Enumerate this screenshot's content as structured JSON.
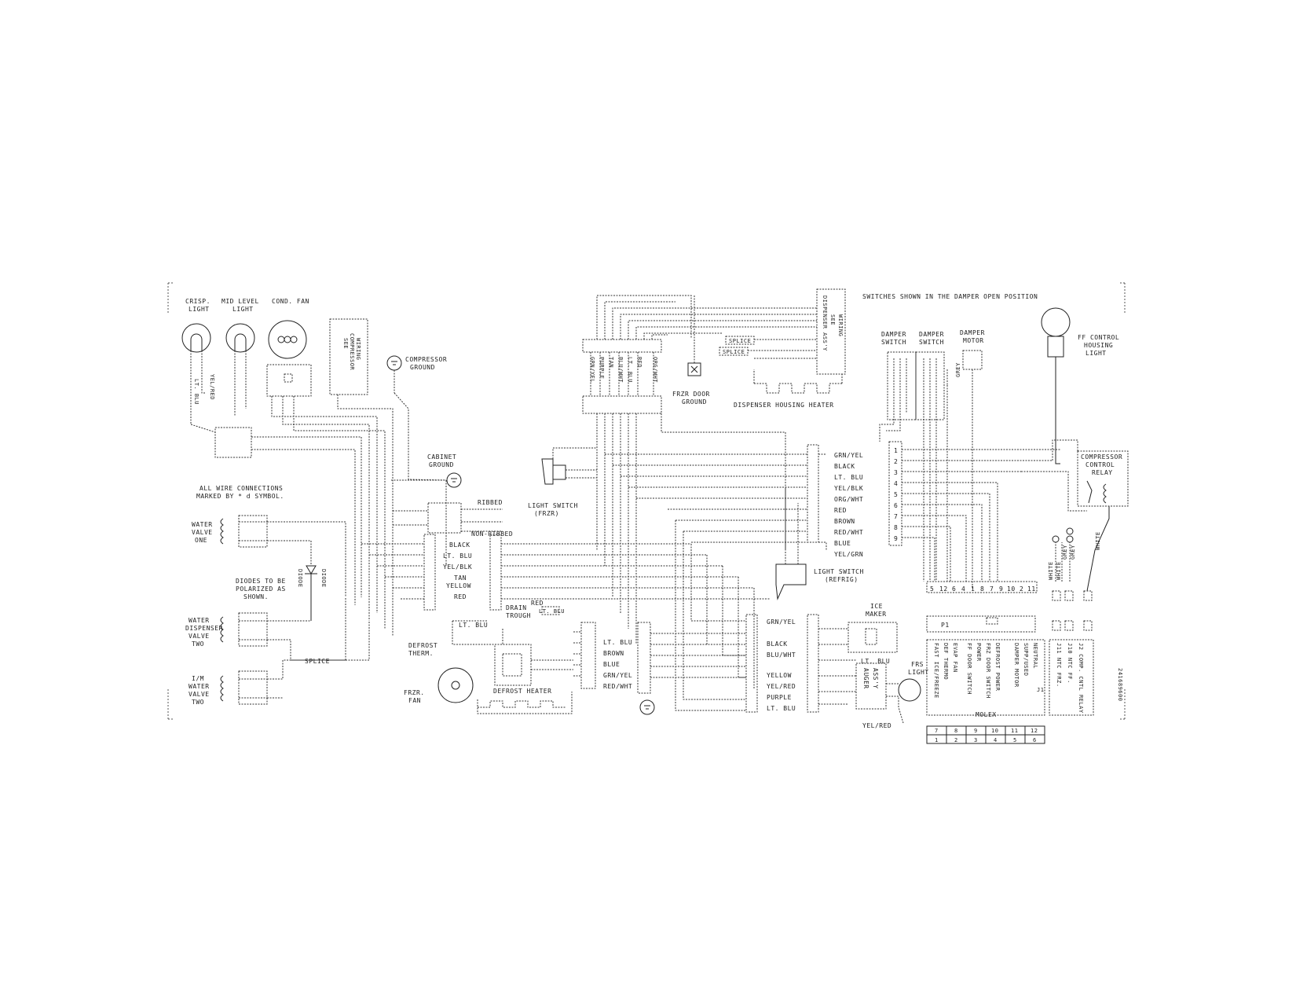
{
  "header_note": "SWITCHES SHOWN IN THE DAMPER OPEN POSITION",
  "labels": {
    "crisp_light": [
      "CRISP.",
      "LIGHT"
    ],
    "mid_level_light": [
      "MID LEVEL",
      "LIGHT"
    ],
    "cond_fan": "COND. FAN",
    "see_compressor_wiring": [
      "SEE",
      "COMPRESSOR",
      "WIRING"
    ],
    "compressor_ground": [
      "COMPRESSOR",
      "GROUND"
    ],
    "cabinet_ground": [
      "CABINET",
      "GROUND"
    ],
    "ribbed": "RIBBED",
    "non_ribbed": "NON-RIBBED",
    "all_wire_connections": [
      "ALL WIRE CONNECTIONS",
      "MARKED BY * d SYMBOL."
    ],
    "water_valve_one": [
      "WATER",
      "VALVE",
      "ONE"
    ],
    "diodes_note": [
      "DIODES TO BE",
      "POLARIZED AS",
      "SHOWN."
    ],
    "diode": "DIODE",
    "water_dispenser_valve_two": [
      "WATER",
      "DISPENSER",
      "VALVE",
      "TWO"
    ],
    "im_water_valve_two": [
      "I/M",
      "WATER",
      "VALVE",
      "TWO"
    ],
    "splice": "SPLICE",
    "lt_blu_left": "LT. BLU",
    "yel_red_left": "YEL/RED",
    "defrost_therm": [
      "DEFROST",
      "THERM."
    ],
    "frzr_fan": [
      "FRZR.",
      "FAN"
    ],
    "defrost_heater": "DEFROST HEATER",
    "drain_trough": [
      "DRAIN",
      "TROUGH"
    ],
    "red_label": "RED",
    "lt_blu_small": "LT. BLU",
    "light_switch_frzr": [
      "LIGHT SWITCH",
      "(FRZR)"
    ],
    "frzr_door_ground": [
      "FRZR DOOR",
      "GROUND"
    ],
    "dispenser_housing_heater": "DISPENSER HOUSING HEATER",
    "dispenser_assy": [
      "DISPENSER ASS'Y",
      "SEE",
      "WIRING"
    ],
    "splice_small": "SPLICE",
    "damper_switch_1": [
      "DAMPER",
      "SWITCH"
    ],
    "damper_switch_2": [
      "DAMPER",
      "SWITCH"
    ],
    "damper_motor": [
      "DAMPER",
      "MOTOR"
    ],
    "grey": "GREY",
    "ff_control_housing_light": [
      "FF CONTROL",
      "HOUSING",
      "LIGHT"
    ],
    "compressor_control_relay": [
      "COMPRESSOR",
      "CONTROL",
      "RELAY"
    ],
    "light_switch_refrig": [
      "LIGHT SWITCH",
      "(REFRIG)"
    ],
    "ice_maker": [
      "ICE",
      "MAKER"
    ],
    "lt_blu_ice": "LT. BLU",
    "auger_assy": [
      "AUGER",
      "ASS'Y"
    ],
    "frs_light": [
      "FRS",
      "LIGHT"
    ],
    "yel_red_bottom": "YEL/RED",
    "white_1": "WHITE",
    "white_2": "WHITE",
    "grey_1": "GREY",
    "grey_2": "GREY",
    "white_3": "WHITE",
    "p1": "P1",
    "molex": "MOLEX",
    "part_number": "241689600"
  },
  "vertical_wire_labels_top": [
    "GRN/YEL",
    "PURPLE",
    "TAN",
    "BLU/WHT",
    "LT. BLU",
    "RED",
    "ORG/WHT"
  ],
  "middle_colors_1": [
    "GRN/YEL",
    "BLACK",
    "LT. BLU",
    "YEL/BLK",
    "ORG/WHT",
    "RED",
    "BROWN",
    "RED/WHT",
    "BLUE",
    "YEL/GRN"
  ],
  "middle_colors_2": [
    "BLACK",
    "LT. BLU",
    "YEL/BLK",
    "TAN",
    "YELLOW",
    "RED"
  ],
  "middle_colors_3": [
    "LT. BLU",
    "BROWN",
    "BLUE",
    "GRN/YEL",
    "RED/WHT"
  ],
  "middle_colors_4": [
    "GRN/YEL",
    "BLACK",
    "BLU/WHT",
    "YELLOW",
    "YEL/RED",
    "PURPLE",
    "LT. BLU"
  ],
  "connector_pins_right": [
    "1",
    "2",
    "3",
    "4",
    "5",
    "6",
    "7",
    "8",
    "9"
  ],
  "board_pins": [
    "5",
    "12",
    "6",
    "4",
    "1",
    "8",
    "7",
    "9",
    "10",
    "2",
    "11"
  ],
  "board_functions_1": [
    "FAST ICE/FREEZE",
    "DEF THERMO",
    "EVAP FAN",
    "FF DOOR SWITCH",
    "POWER",
    "FRZ DOOR SWITCH",
    "DEFROST POWER",
    "DAMPER MOTOR",
    "SUPP/USED",
    "NEUTRAL",
    "J1"
  ],
  "board_functions_2": [
    "J11 NTC FRZ.",
    "J10 NTC FF.",
    "J2 COMP. CNTL RELAY"
  ],
  "molex_grid": [
    [
      "7",
      "8",
      "9",
      "10",
      "11",
      "12"
    ],
    [
      "1",
      "2",
      "3",
      "4",
      "5",
      "6"
    ]
  ]
}
